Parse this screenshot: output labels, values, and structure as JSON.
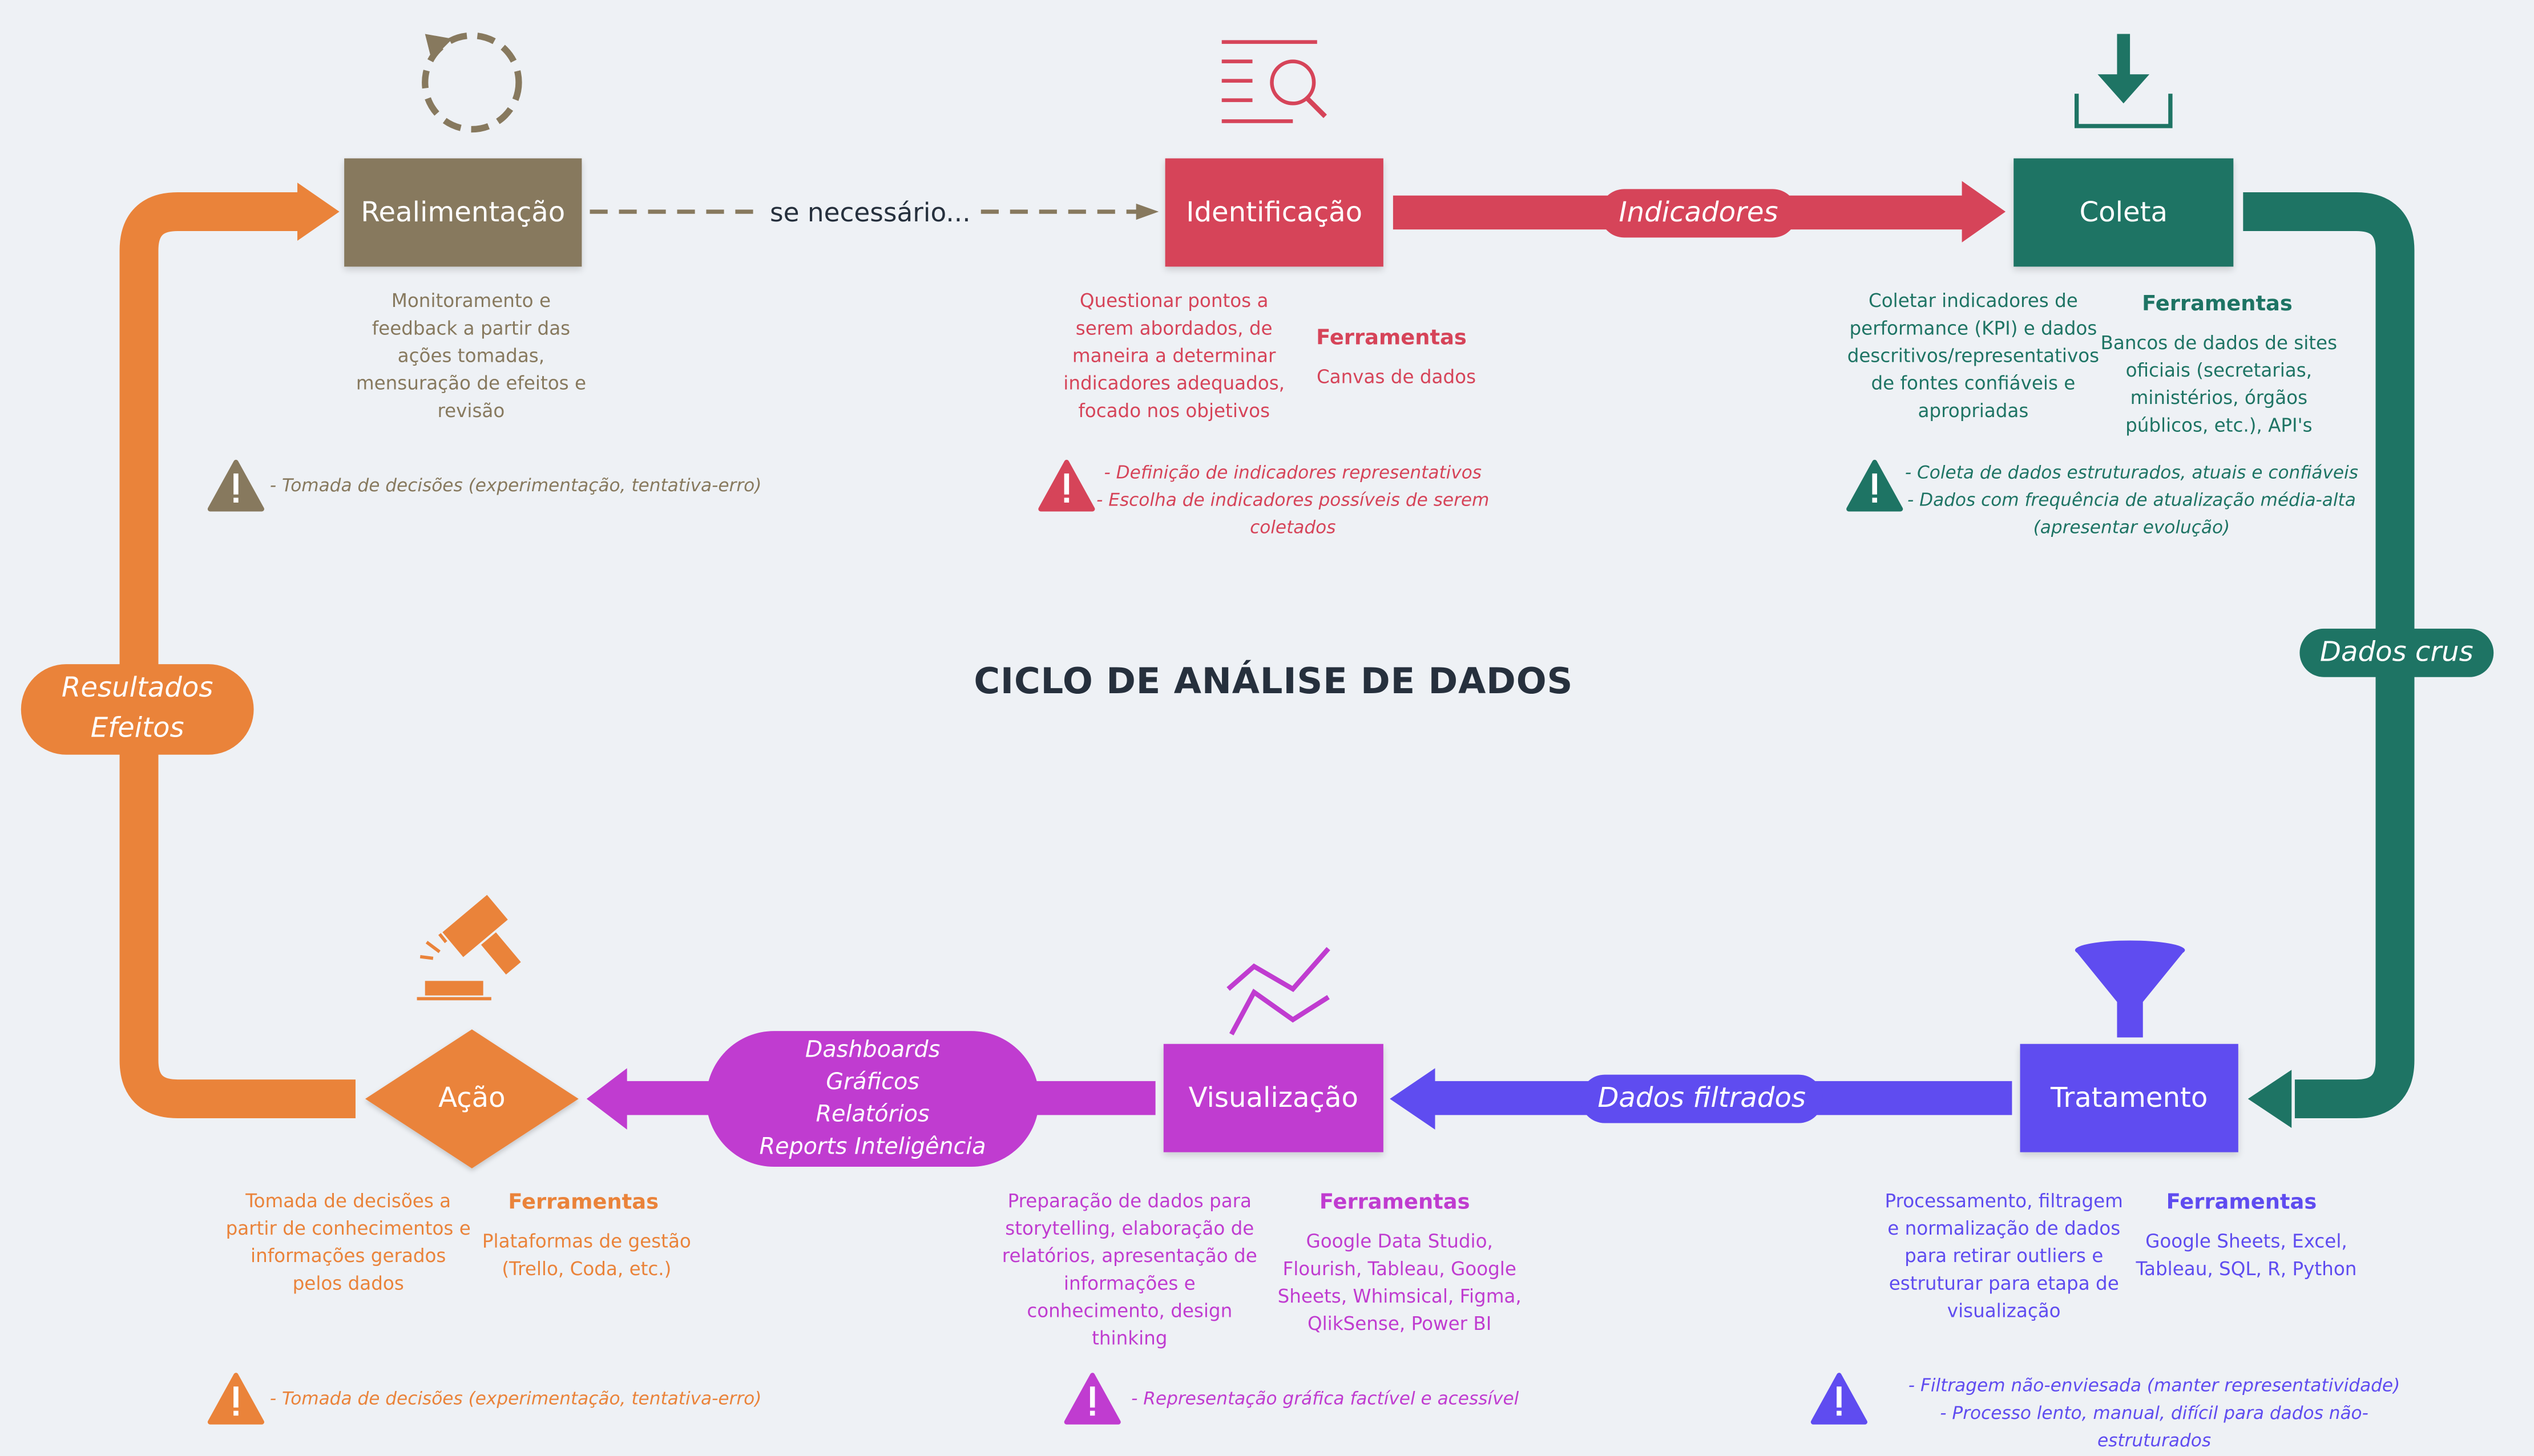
{
  "title": "CICLO DE ANÁLISE DE DADOS",
  "colors": {
    "realimentacao": "#87795e",
    "identificacao": "#d64459",
    "coleta": "#1e7464",
    "tratamento": "#5f4cf0",
    "visualizacao": "#c03cd0",
    "acao": "#ea833a"
  },
  "stages": {
    "realimentacao": {
      "label": "Realimentação",
      "icon": "refresh-icon",
      "description": "Monitoramento e feedback a partir das ações tomadas, mensuração de efeitos e revisão",
      "warning": "- Tomada de decisões (experimentação, tentativa-erro)"
    },
    "identificacao": {
      "label": "Identificação",
      "icon": "search-list-icon",
      "description": "Questionar pontos a serem abordados, de maneira a determinar indicadores adequados, focado nos objetivos",
      "tools_heading": "Ferramentas",
      "tools": "Canvas de dados",
      "warning_lines": [
        "- Definição de indicadores representativos",
        "- Escolha de indicadores possíveis de serem",
        "coletados"
      ]
    },
    "coleta": {
      "label": "Coleta",
      "icon": "download-icon",
      "description": "Coletar indicadores de performance (KPI) e dados descritivos/representativos de fontes confiáveis e apropriadas",
      "tools_heading": "Ferramentas",
      "tools": "Bancos de dados de sites oficiais (secretarias, ministérios, órgãos públicos, etc.), API's",
      "warning_lines": [
        "- Coleta de dados estruturados, atuais e confiáveis",
        "- Dados com frequência de atualização média-alta",
        "(apresentar evolução)"
      ]
    },
    "tratamento": {
      "label": "Tratamento",
      "icon": "funnel-icon",
      "description": "Processamento, filtragem e normalização de dados para retirar outliers e estruturar para etapa de visualização",
      "tools_heading": "Ferramentas",
      "tools": "Google Sheets, Excel, Tableau, SQL, R, Python",
      "warning_lines": [
        "- Filtragem não-enviesada (manter representatividade)",
        "- Processo lento, manual, difícil para dados não-estruturados"
      ]
    },
    "visualizacao": {
      "label": "Visualização",
      "icon": "line-chart-icon",
      "description": "Preparação de dados para storytelling, elaboração de relatórios, apresentação de informações e conhecimento, design thinking",
      "tools_heading": "Ferramentas",
      "tools": "Google Data Studio, Flourish, Tableau, Google Sheets, Whimsical, Figma, QlikSense, Power BI",
      "warning": "- Representação gráfica factível e acessível"
    },
    "acao": {
      "label": "Ação",
      "icon": "gavel-icon",
      "description": "Tomada de decisões a partir de conhecimentos e informações gerados pelos dados",
      "tools_heading": "Ferramentas",
      "tools": "Plataformas de gestão (Trello, Coda, etc.)",
      "warning": "- Tomada de decisões (experimentação, tentativa-erro)"
    }
  },
  "connectors": {
    "se_necessario": "se necessário...",
    "indicadores": "Indicadores",
    "dados_crus": "Dados crus",
    "dados_filtrados": "Dados filtrados",
    "outputs": [
      "Dashboards",
      "Gráficos",
      "Relatórios",
      "Reports Inteligência"
    ],
    "resultados": [
      "Resultados",
      "Efeitos"
    ]
  }
}
